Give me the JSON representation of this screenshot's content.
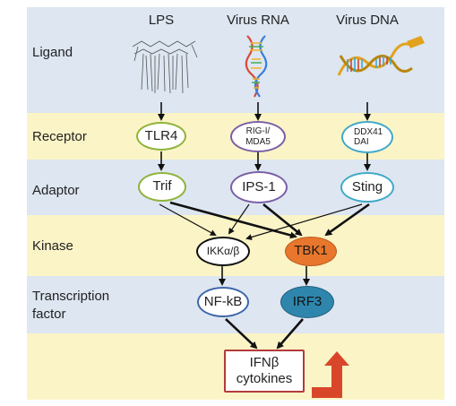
{
  "rows": {
    "ligand": "Ligand",
    "receptor": "Receptor",
    "adaptor": "Adaptor",
    "kinase": "Kinase",
    "tf_line1": "Transcription",
    "tf_line2": "factor"
  },
  "columns": {
    "lps": "LPS",
    "virus_rna": "Virus RNA",
    "virus_dna": "Virus DNA"
  },
  "receptors": {
    "tlr4": "TLR4",
    "rig_line1": "RIG-I/",
    "rig_line2": "MDA5",
    "ddx_line1": "DDX41",
    "ddx_line2": "DAI"
  },
  "adaptors": {
    "trif": "Trif",
    "ips1": "IPS-1",
    "sting": "Sting"
  },
  "kinases": {
    "ikk": "IKKα/β",
    "tbk1": "TBK1"
  },
  "factors": {
    "nfkb": "NF-kB",
    "irf3": "IRF3"
  },
  "output": {
    "line1": "IFNβ",
    "line2": "cytokines"
  },
  "colors": {
    "band_blue": "#dde6f1",
    "band_yellow": "#fbf4c6",
    "green_outline": "#8fb33a",
    "purple_outline": "#7a5fa6",
    "cyan_outline": "#3fa9c9",
    "tbk1_fill": "#e8762c",
    "irf3_fill": "#2e86ad",
    "nfkb_outline": "#3e67a8",
    "output_border": "#b23b3b",
    "up_arrow": "#d9472b"
  }
}
